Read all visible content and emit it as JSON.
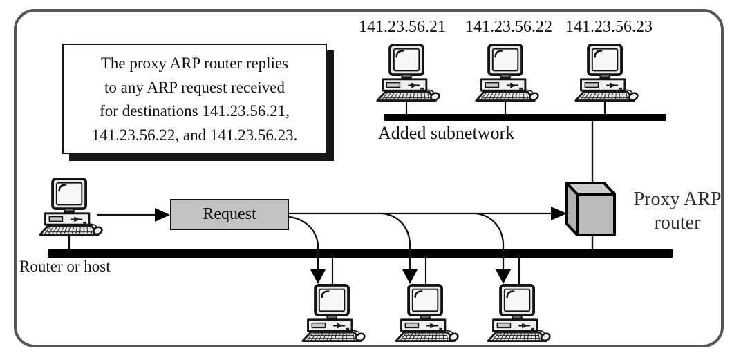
{
  "diagram": {
    "info_box": {
      "lines": [
        "The proxy ARP router replies",
        "to any ARP request received",
        "for destinations 141.23.56.21,",
        "141.23.56.22, and 141.23.56.23."
      ]
    },
    "subnet": {
      "label": "Added subnetwork",
      "hosts": [
        {
          "ip": "141.23.56.21"
        },
        {
          "ip": "141.23.56.22"
        },
        {
          "ip": "141.23.56.23"
        }
      ]
    },
    "main_network": {
      "host_label": "Router or host",
      "request_label": "Request"
    },
    "router": {
      "label_line1": "Proxy ARP",
      "label_line2": "router"
    },
    "colors": {
      "frame_border": "#565656",
      "bus": "#000000",
      "request_fill": "#c2c2c2",
      "cube_front": "#bcbcbc",
      "cube_top": "#cdcdcd",
      "cube_side": "#b3b3b3",
      "shadow": "#161616"
    }
  }
}
